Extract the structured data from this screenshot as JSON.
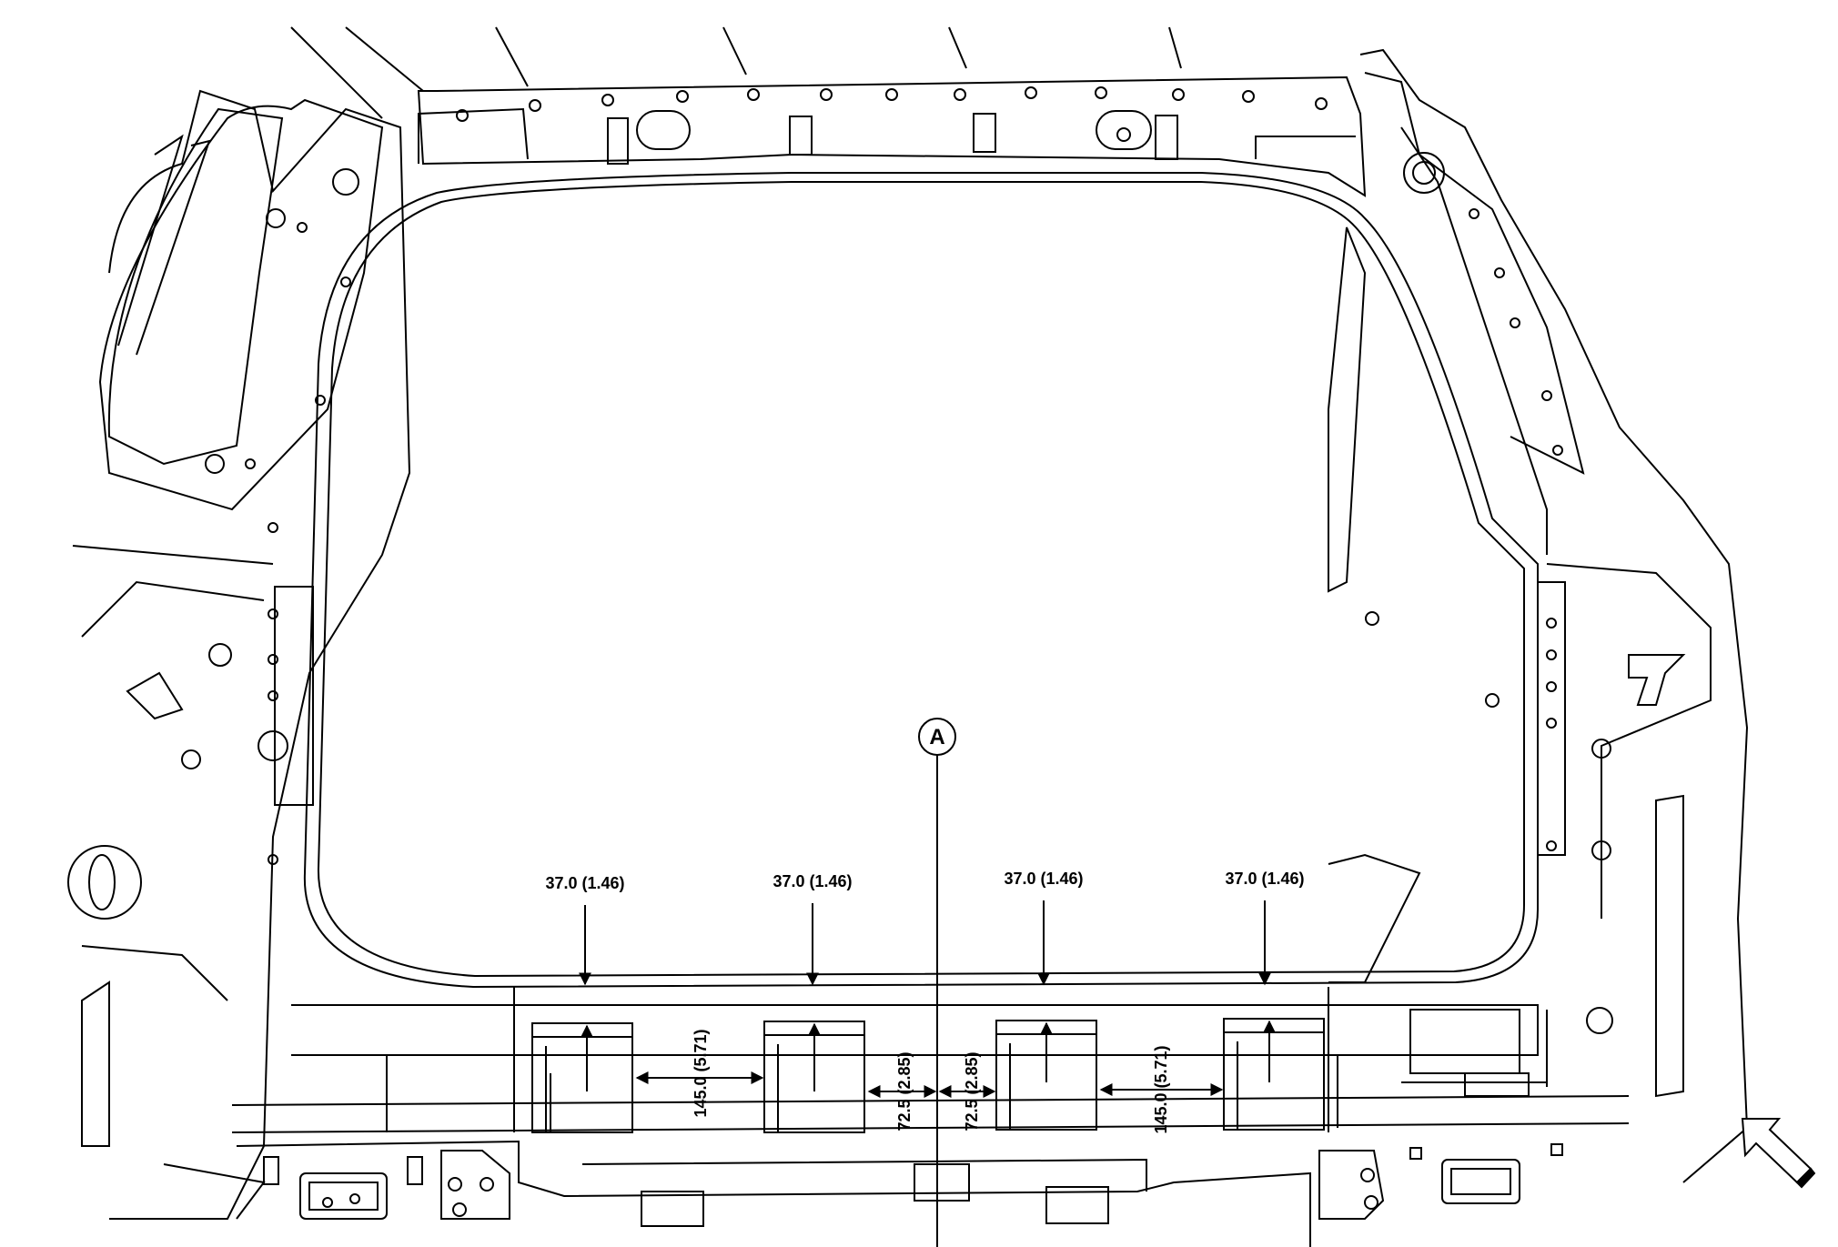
{
  "diagram": {
    "callout_label": "A",
    "dimensions": {
      "spacing": [
        "37.0 (1.46)",
        "37.0 (1.46)",
        "37.0 (1.46)",
        "37.0 (1.46)"
      ],
      "gaps": [
        "145.0 (5.71)",
        "72.5 (2.85)",
        "72.5 (2.85)",
        "145.0 (5.71)"
      ]
    },
    "colors": {
      "line": "#000000",
      "background": "#ffffff"
    },
    "icons": [
      "direction-arrow-icon"
    ]
  }
}
